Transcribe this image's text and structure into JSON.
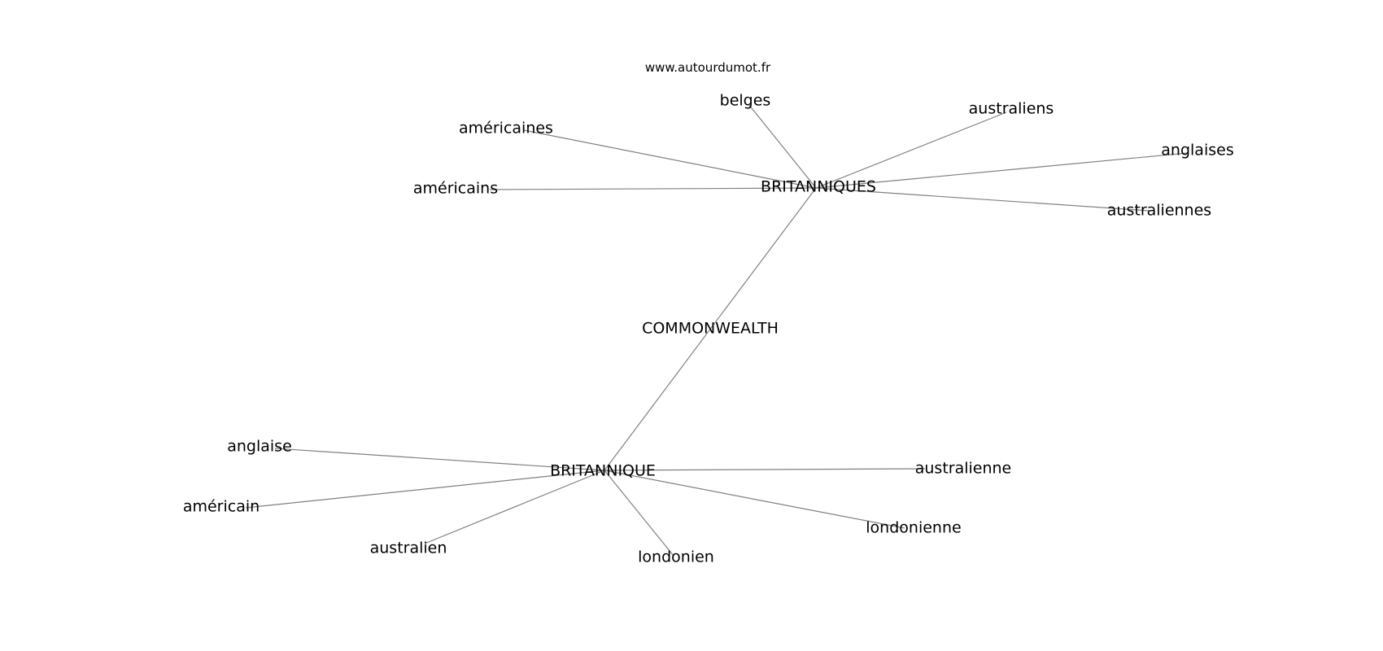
{
  "watermark": "www.autourdumot.fr",
  "diagram": {
    "type": "word-network",
    "center": "COMMONWEALTH",
    "hubs": [
      "BRITANNIQUES",
      "BRITANNIQUE"
    ],
    "nodes": [
      {
        "id": "commonwealth",
        "label": "COMMONWEALTH"
      },
      {
        "id": "britanniques",
        "label": "BRITANNIQUES"
      },
      {
        "id": "britannique",
        "label": "BRITANNIQUE"
      },
      {
        "id": "belges",
        "label": "belges"
      },
      {
        "id": "australiens",
        "label": "australiens"
      },
      {
        "id": "americaines",
        "label": "américaines"
      },
      {
        "id": "anglaises",
        "label": "anglaises"
      },
      {
        "id": "americains",
        "label": "américains"
      },
      {
        "id": "australiennes",
        "label": "australiennes"
      },
      {
        "id": "anglaise",
        "label": "anglaise"
      },
      {
        "id": "australienne",
        "label": "australienne"
      },
      {
        "id": "americain",
        "label": "américain"
      },
      {
        "id": "londonienne",
        "label": "londonienne"
      },
      {
        "id": "australien",
        "label": "australien"
      },
      {
        "id": "londonien",
        "label": "londonien"
      }
    ],
    "edges": [
      [
        "britanniques",
        "britannique"
      ],
      [
        "britanniques",
        "belges"
      ],
      [
        "britanniques",
        "australiens"
      ],
      [
        "britanniques",
        "americaines"
      ],
      [
        "britanniques",
        "anglaises"
      ],
      [
        "britanniques",
        "americains"
      ],
      [
        "britanniques",
        "australiennes"
      ],
      [
        "britannique",
        "anglaise"
      ],
      [
        "britannique",
        "australienne"
      ],
      [
        "britannique",
        "americain"
      ],
      [
        "britannique",
        "londonienne"
      ],
      [
        "britannique",
        "australien"
      ],
      [
        "britannique",
        "londonien"
      ]
    ]
  }
}
